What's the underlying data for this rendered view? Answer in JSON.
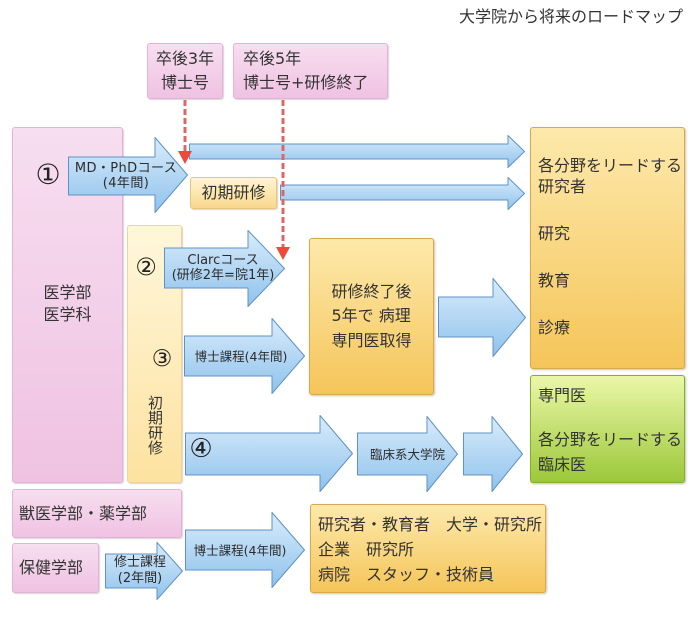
{
  "title": "大学院から将来のロードマップ",
  "milestones": [
    {
      "lines": [
        "卒後3年",
        "博士号"
      ]
    },
    {
      "lines": [
        "卒後5年",
        "博士号+研修終了"
      ]
    }
  ],
  "faculties": {
    "medicine": {
      "lines": [
        "医学部",
        "医学科"
      ]
    },
    "vet_pharmacy": "獣医学部・薬学部",
    "health_sciences": "保健学部"
  },
  "initial_training_column": "初期研修",
  "paths": [
    {
      "number": "①",
      "course_lines": [
        "MD・PhDコース",
        "(4年間)"
      ],
      "after": "初期研修"
    },
    {
      "number": "②",
      "course_lines": [
        "Clarcコース",
        "(研修2年=院1年)"
      ]
    },
    {
      "number": "③",
      "course": "博士課程(4年間)"
    },
    {
      "number": "④",
      "next_step": "臨床系大学院"
    }
  ],
  "pathology": {
    "lines": [
      "研修終了後",
      "5年で 病理",
      "専門医取得"
    ]
  },
  "other_faculty_courses": {
    "master": {
      "lines": [
        "修士課程",
        "(2年間)"
      ]
    },
    "doctoral": "博士課程(4年間)"
  },
  "outcomes": {
    "researcher": {
      "title_lines": [
        "各分野をリードする",
        "研究者"
      ],
      "roles": [
        "研究",
        "教育",
        "診療"
      ]
    },
    "clinician": {
      "specialist": "専門医",
      "title_lines": [
        "各分野をリードする",
        "臨床医"
      ]
    },
    "careers": [
      "研究者・教育者　大学・研究所",
      "企業　研究所",
      "病院　スタッフ・技術員"
    ]
  },
  "colors": {
    "pink_top": "#f7def0",
    "pink_bottom": "#efc2e2",
    "pink_border": "#e2b3d4",
    "yellow_top": "#fff7db",
    "yellow_bottom": "#fde2a0",
    "orange_top": "#fde9ab",
    "orange_bottom": "#f5c55a",
    "orange_border": "#d8a84c",
    "green_top": "#ebf7a8",
    "green_bottom": "#9cc83a",
    "green_border": "#86ad2f",
    "arrow_top": "#d9ecfb",
    "arrow_bottom": "#8fc2ec",
    "arrow_stroke": "#5f93c5",
    "dashed_red": "#e06464",
    "arrowhead_red": "#ee4a3a",
    "text": "#333333"
  }
}
